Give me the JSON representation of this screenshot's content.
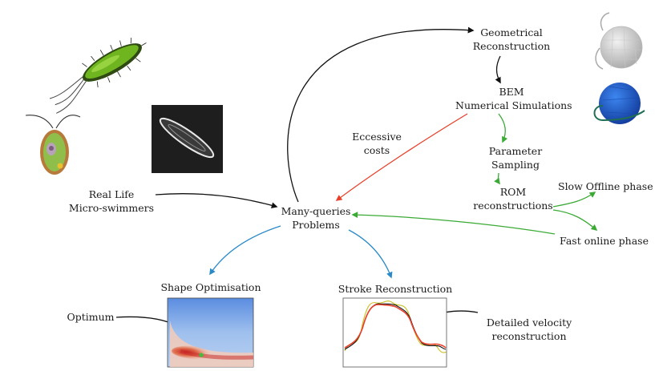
{
  "nodes": {
    "geom": [
      "Geometrical",
      "Reconstruction"
    ],
    "bem": [
      "BEM",
      "Numerical Simulations"
    ],
    "param": [
      "Parameter",
      "Sampling"
    ],
    "rom": [
      "ROM",
      "reconstructions"
    ],
    "slow": "Slow Offline phase",
    "fast": "Fast online phase",
    "real": [
      "Real Life",
      "Micro-swimmers"
    ],
    "many": [
      "Many-queries",
      "Problems"
    ],
    "cost": [
      "Eccessive",
      "costs"
    ],
    "shape": "Shape Optimisation",
    "stroke": "Stroke Reconstruction",
    "optimum": "Optimum",
    "detail": [
      "Detailed velocity",
      "reconstruction"
    ]
  },
  "colors": {
    "black_arrow": "#111111",
    "red_arrow": "#e8402a",
    "green_arrow": "#3aaa35",
    "blue_arrow": "#2a8ac8",
    "bacterium_body": "#6fb51f",
    "alga_body": "#8fbf4a",
    "sphere_gray": "#d8d8d8",
    "sphere_blue": "#1f5fcf",
    "heatmap_cold": "#4a7fd8",
    "heatmap_hot": "#c62020",
    "optimum_marker": "#3fbf3f"
  },
  "icons": [
    "bacterium-icon",
    "alga-icon",
    "microscope-image",
    "gray-sphere-icon",
    "blue-sphere-icon",
    "heatmap-plot",
    "stroke-plot"
  ]
}
